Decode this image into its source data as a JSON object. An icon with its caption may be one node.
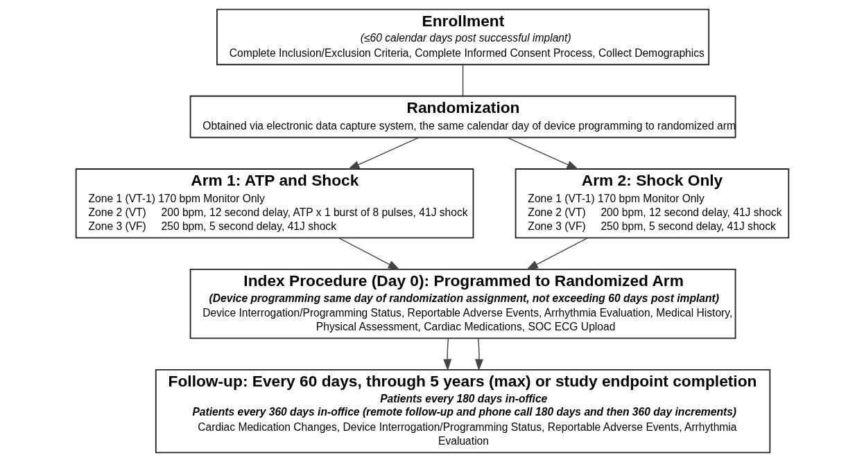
{
  "diagram": {
    "nodes": [
      {
        "text": [
          "Enrollment",
          "(≤60 calendar days post successful implant)",
          "Complete Inclusion/Exclusion Criteria, Complete Informed Consent Process, Collect Demographics"
        ]
      },
      {
        "text": [
          "Randomization",
          "Obtained via electronic data capture system, the same calendar day of device programming to randomized arm"
        ]
      },
      {
        "text": [
          "Arm 1: ATP and Shock",
          "Zone 1 (VT-1) 170 bpm Monitor Only",
          "Zone 2 (VT)     200 bpm, 12 second delay, ATP x 1 burst of 8 pulses, 41J shock",
          "Zone 3 (VF)     250 bpm, 5 second delay, 41J shock"
        ]
      },
      {
        "text": [
          "Arm 2: Shock Only",
          "Zone 1 (VT-1) 170 bpm Monitor Only",
          "Zone 2 (VT)     200 bpm, 12 second delay, 41J shock",
          "Zone 3 (VF)     250 bpm, 5 second delay, 41J shock"
        ]
      },
      {
        "text": [
          "Index Procedure (Day 0): Programmed to Randomized Arm",
          "(Device programming same day of randomization assignment, not exceeding 60 days post implant)",
          "Device Interrogation/Programming Status, Reportable Adverse Events, Arrhythmia Evaluation, Medical History, Physical Assessment, Cardiac Medications, SOC ECG Upload"
        ]
      },
      {
        "text": [
          "Follow-up: Every 60 days, through 5 years (max) or study endpoint completion",
          "Patients every 180 days in-office",
          "Patients every 360 days in-office (remote follow-up and phone call 180 days and then 360 day increments)",
          "Cardiac Medication Changes, Device Interrogation/Programming Status, Reportable Adverse Events, Arrhythmia Evaluation"
        ]
      }
    ],
    "edges": [
      {
        "from": 0,
        "to": 1,
        "arrow": "none"
      },
      {
        "from": 1,
        "to": 2,
        "arrow": "to"
      },
      {
        "from": 1,
        "to": 3,
        "arrow": "to"
      },
      {
        "from": 2,
        "to": 4,
        "arrow": "to"
      },
      {
        "from": 3,
        "to": 4,
        "arrow": "to"
      },
      {
        "from": 4,
        "to": 5,
        "arrow": "to"
      },
      {
        "from": 4,
        "to": 5,
        "arrow": "to"
      }
    ]
  }
}
